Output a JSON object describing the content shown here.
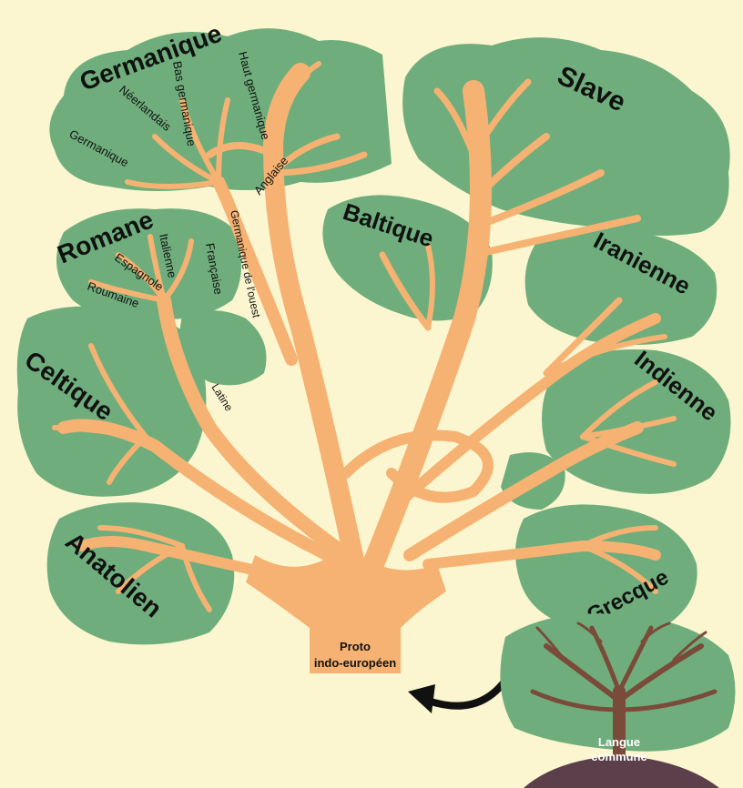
{
  "colors": {
    "background": "#fbf6cf",
    "foliage": "#6fae7c",
    "foliage_dark": "#5a9a69",
    "branches": "#f6b272",
    "small_tree_branches": "#7a4a3a",
    "arrow": "#111111"
  },
  "families": {
    "germanique": "Germanique",
    "slave": "Slave",
    "romane": "Romane",
    "baltique": "Baltique",
    "iranienne": "Iranienne",
    "celtique": "Celtique",
    "indienne": "Indienne",
    "anatolien": "Anatolien",
    "grecque": "Grecque"
  },
  "languages": {
    "germanique": "Germanique",
    "neerlandais": "Néerlandais",
    "bas_germanique": "Bas germanique",
    "haut_germanique": "Haut germanique",
    "anglaise": "Anglaise",
    "italienne": "Italienne",
    "francaise": "Française",
    "espagnole": "Espagnole",
    "roumaine": "Roumaine",
    "latine": "Latine",
    "germanique_ouest": "Germanique de l'ouest"
  },
  "trunk": {
    "line1": "Proto",
    "line2": "indo-européen"
  },
  "inset": {
    "line1": "Langue",
    "line2": "commune",
    "icon": "small-tree-icon"
  }
}
